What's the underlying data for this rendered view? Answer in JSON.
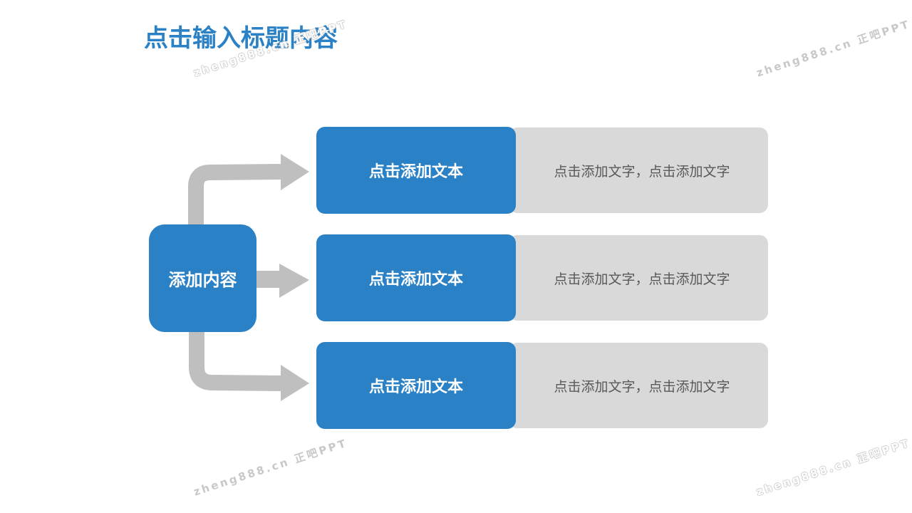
{
  "slide": {
    "title": "点击输入标题内容",
    "colors": {
      "primary": "#2a81c5",
      "secondary": "#d9d9d9",
      "arrow": "#bfbfbf",
      "desc_text": "#595959"
    }
  },
  "watermarks": [
    "zheng888.cn 正吧PPT",
    "zheng888.cn 正吧PPT",
    "zheng888.cn 正吧PPT",
    "zheng888.cn 正吧PPT"
  ],
  "diagram": {
    "center_label": "添加内容",
    "rows": [
      {
        "label": "点击添加文本",
        "description": "点击添加文字，点击添加文字"
      },
      {
        "label": "点击添加文本",
        "description": "点击添加文字，点击添加文字"
      },
      {
        "label": "点击添加文本",
        "description": "点击添加文字，点击添加文字"
      }
    ]
  }
}
